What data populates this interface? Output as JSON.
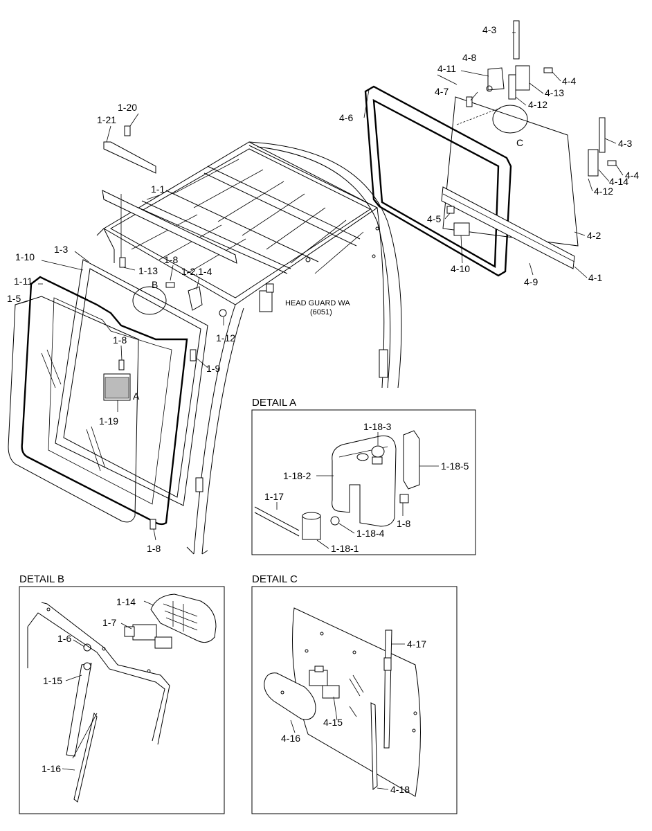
{
  "head_guard": {
    "line1": "HEAD GUARD WA",
    "line2": "(6051)"
  },
  "details": {
    "a": "DETAIL A",
    "b": "DETAIL B",
    "c": "DETAIL C"
  },
  "callouts": {
    "A": "A",
    "B": "B",
    "C": "C"
  },
  "labels": {
    "l_1_20": "1-20",
    "l_1_21": "1-21",
    "l_1_1": "1-1",
    "l_1_3": "1-3",
    "l_1_10": "1-10",
    "l_1_11": "1-11",
    "l_1_5": "1-5",
    "l_1_13": "1-13",
    "l_1_8a": "1-8",
    "l_1_2_4": "1-2,1-4",
    "l_1_12": "1-12",
    "l_1_9": "1-9",
    "l_1_8b": "1-8",
    "l_1_19": "1-19",
    "l_1_8c": "1-8",
    "l_4_3a": "4-3",
    "l_4_8": "4-8",
    "l_4_11": "4-11",
    "l_4_4a": "4-4",
    "l_4_7": "4-7",
    "l_4_13": "4-13",
    "l_4_12a": "4-12",
    "l_4_6": "4-6",
    "l_4_3b": "4-3",
    "l_4_4b": "4-4",
    "l_4_14": "4-14",
    "l_4_12b": "4-12",
    "l_4_5": "4-5",
    "l_4_2": "4-2",
    "l_4_10": "4-10",
    "l_4_1": "4-1",
    "l_4_9": "4-9",
    "l_1_18_3": "1-18-3",
    "l_1_18_2": "1-18-2",
    "l_1_18_5": "1-18-5",
    "l_1_17": "1-17",
    "l_1_18_4": "1-18-4",
    "l_1_8d": "1-8",
    "l_1_18_1": "1-18-1",
    "l_1_14": "1-14",
    "l_1_7": "1-7",
    "l_1_6b": "1-6",
    "l_1_15": "1-15",
    "l_1_16": "1-16",
    "l_4_17": "4-17",
    "l_4_15": "4-15",
    "l_4_16": "4-16",
    "l_4_18": "4-18"
  }
}
